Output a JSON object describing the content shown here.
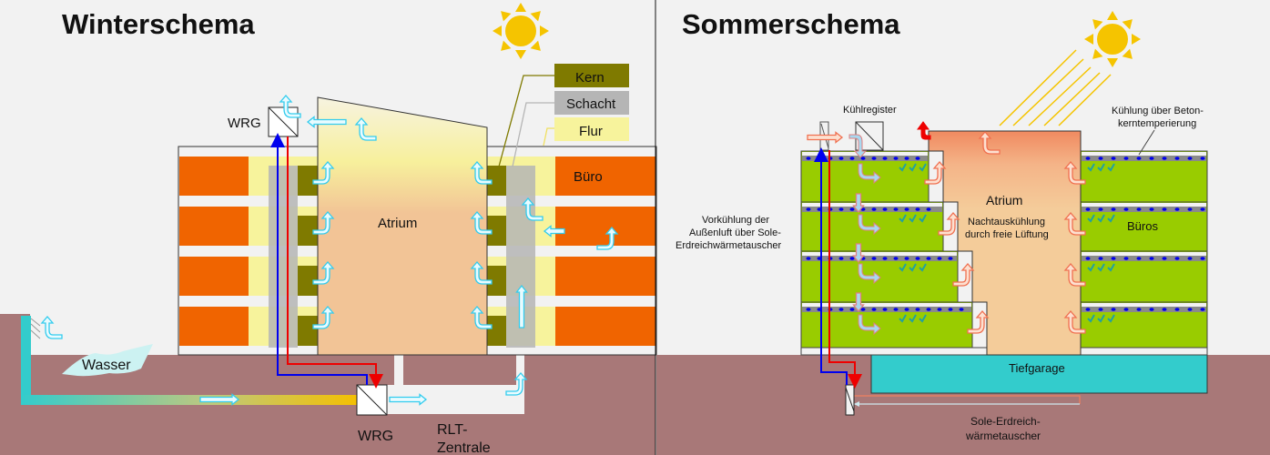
{
  "winter": {
    "title": "Winterschema",
    "labels": {
      "wrg_top": "WRG",
      "wrg_bottom": "WRG",
      "atrium": "Atrium",
      "buero": "Büro",
      "wasser": "Wasser",
      "rlt_line1": "RLT-",
      "rlt_line2": "Zentrale"
    },
    "legend": [
      {
        "label": "Kern",
        "color": "#7f7a00"
      },
      {
        "label": "Schacht",
        "color": "#b5b5b5"
      },
      {
        "label": "Flur",
        "color": "#f7f39c"
      }
    ]
  },
  "summer": {
    "title": "Sommerschema",
    "labels": {
      "kuehlregister": "Kühlregister",
      "kuehlung_line1": "Kühlung über Beton-",
      "kuehlung_line2": "kerntemperierung",
      "atrium": "Atrium",
      "nacht_line1": "Nachtauskühlung",
      "nacht_line2": "durch freie Lüftung",
      "bueros": "Büros",
      "vork_line1": "Vorkühlung der",
      "vork_line2": "Außenluft über Sole-",
      "vork_line3": "Erdreichwärmetauscher",
      "tiefgarage": "Tiefgarage",
      "sole_line1": "Sole-Erdreich-",
      "sole_line2": "wärmetauscher"
    }
  },
  "colors": {
    "background": "#f2f2f2",
    "ground": "#a87878",
    "office_winter": "#f06400",
    "office_summer": "#99cc00",
    "atrium": "#f2c496",
    "atrium_summer": "#f4cc9a",
    "sun": "#f5c400",
    "air_arrow": "#33ccee",
    "supply_blue": "#0000ee",
    "return_red": "#ee0000",
    "tiefgarage": "#33cccc",
    "water": "#ccf2f2"
  }
}
